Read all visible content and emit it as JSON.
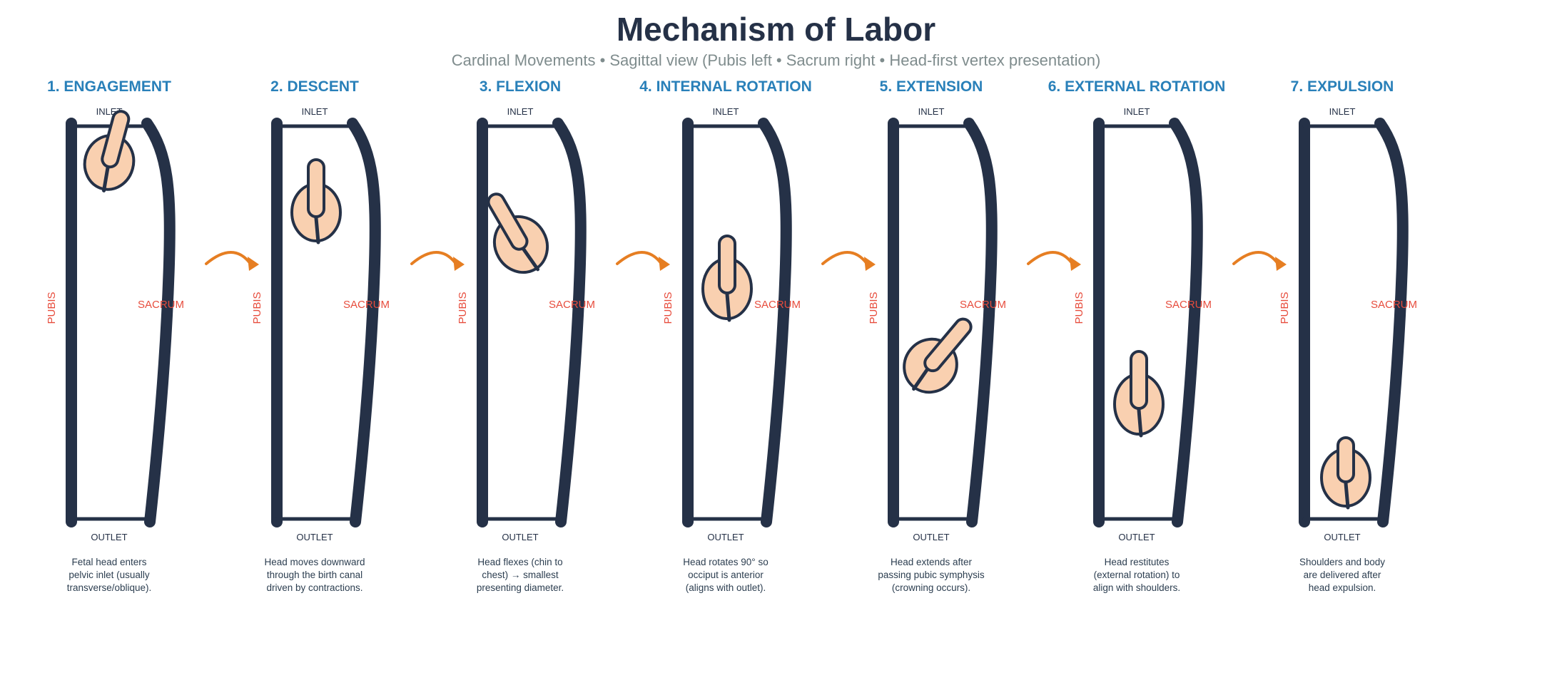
{
  "title": "Mechanism of Labor",
  "subtitle": "Cardinal Movements • Sagittal view (Pubis left • Sacrum right • Head-first vertex presentation)",
  "labels": {
    "inlet": "INLET",
    "outlet": "OUTLET",
    "pubis": "PUBIS",
    "sacrum": "SACRUM"
  },
  "colors": {
    "title": "#253147",
    "subtitle": "#7f8c8d",
    "step_title": "#2980b9",
    "pelvis": "#253147",
    "side_label": "#e74c3c",
    "fetus_fill": "#f9d0b0",
    "arrow": "#e67e22"
  },
  "steps": [
    {
      "title": "1. ENGAGEMENT",
      "description": [
        "Fetal head enters",
        "pelvic inlet (usually",
        "transverse/oblique)."
      ]
    },
    {
      "title": "2. DESCENT",
      "description": [
        "Head moves downward",
        "through the birth canal",
        "driven by contractions."
      ]
    },
    {
      "title": "3. FLEXION",
      "description": [
        "Head flexes (chin to",
        "chest) → smallest",
        "presenting diameter."
      ]
    },
    {
      "title": "4. INTERNAL ROTATION",
      "description": [
        "Head rotates 90° so",
        "occiput is anterior",
        "(aligns with outlet)."
      ]
    },
    {
      "title": "5. EXTENSION",
      "description": [
        "Head extends after",
        "passing pubic symphysis",
        "(crowning occurs)."
      ]
    },
    {
      "title": "6. EXTERNAL ROTATION",
      "description": [
        "Head restitutes",
        "(external rotation) to",
        "align with shoulders."
      ]
    },
    {
      "title": "7. EXPULSION",
      "description": [
        "Shoulders and body",
        "are delivered after",
        "head expulsion."
      ]
    }
  ]
}
